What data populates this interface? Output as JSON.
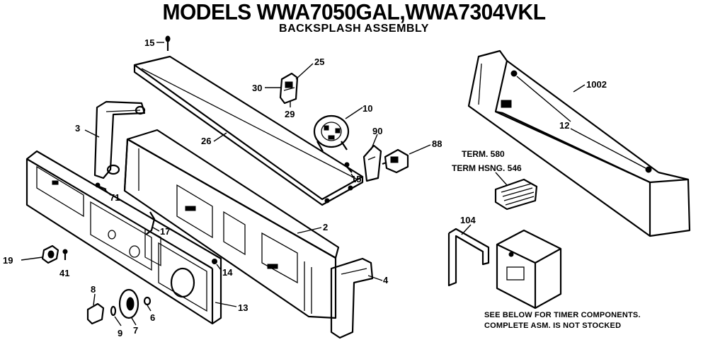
{
  "title": "MODELS WWA7050GAL,WWA7304VKL",
  "subtitle": "BACKSPLASH ASSEMBLY",
  "parts": {
    "p15a": "15",
    "p25": "25",
    "p30": "30",
    "p29": "29",
    "p10": "10",
    "p1002": "1002",
    "p12": "12",
    "p3": "3",
    "p26": "26",
    "p90": "90",
    "p88": "88",
    "p15b": "15",
    "p71": "71",
    "p2": "2",
    "p17": "17",
    "p104": "104",
    "p19": "19",
    "p41": "41",
    "p14": "14",
    "p4": "4",
    "p8": "8",
    "p6": "6",
    "p13": "13",
    "p9": "9",
    "p7": "7"
  },
  "term_labels": {
    "line1": "TERM. 580",
    "line2": "TERM HSNG. 546"
  },
  "footnote": {
    "line1": "SEE BELOW FOR TIMER COMPONENTS.",
    "line2": "COMPLETE ASM. IS NOT STOCKED"
  }
}
